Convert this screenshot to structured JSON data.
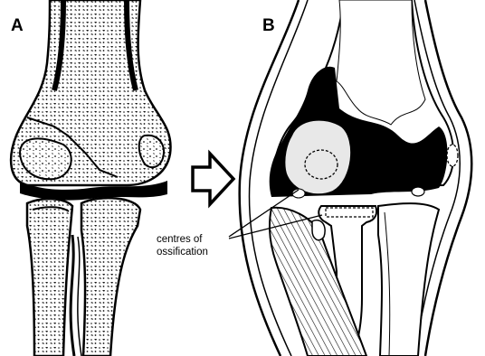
{
  "panels": {
    "a": {
      "label": "A"
    },
    "b": {
      "label": "B"
    }
  },
  "annotation": {
    "line1": "centres of",
    "line2": "ossification"
  },
  "icons": {
    "arrow": "right-arrow-icon"
  }
}
